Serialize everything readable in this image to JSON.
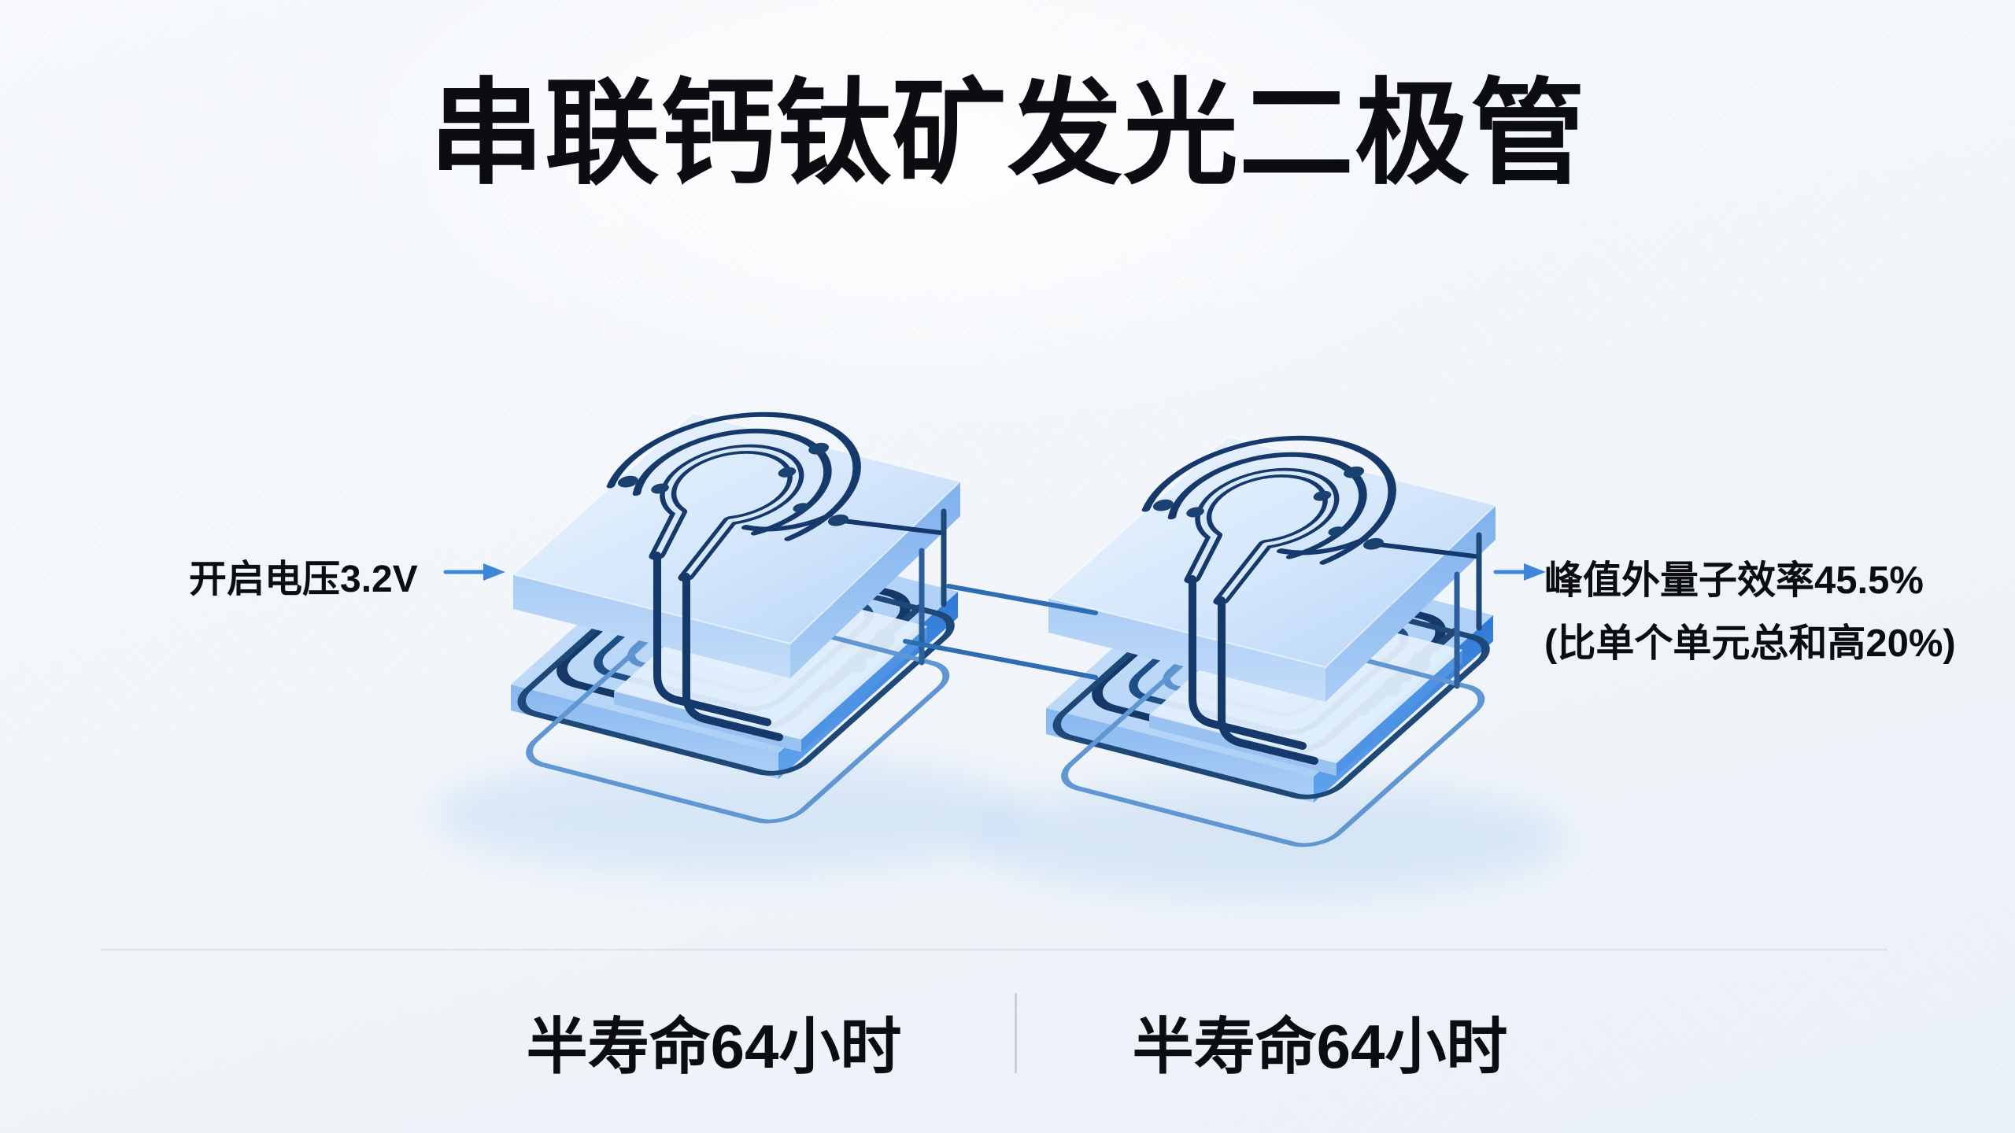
{
  "title": "串联钙钛矿发光二极管",
  "annotations": {
    "left": {
      "text": "开启电压3.2V",
      "icon": "right-arrow-icon"
    },
    "right": {
      "line1": "峰值外量子效率45.5%",
      "line2": "(比单个单元总和高20%)",
      "icon": "right-arrow-icon"
    }
  },
  "footer": {
    "left_stat": "半寿命64小时",
    "right_stat": "半寿命64小时"
  },
  "diagram": {
    "type": "isometric-device-stack-illustration",
    "stacks": [
      "perovskite-led-stack-left",
      "perovskite-led-stack-right"
    ],
    "connected_in_series": true
  },
  "colors": {
    "text": "#0c0d10",
    "arrow_blue": "#3e86d9",
    "trace_dark": "#16396b",
    "trace_medium": "#2b5f9e",
    "trace_light": "#6096d2",
    "slab_top_light": "#ecf4fe",
    "slab_side_light": "#9cc6f2",
    "slab_bottom_deep": "#3f87e0",
    "divider": "#dbe0eb",
    "background_top": "#f7f9fc",
    "background_bottom": "#eaf1f8"
  }
}
